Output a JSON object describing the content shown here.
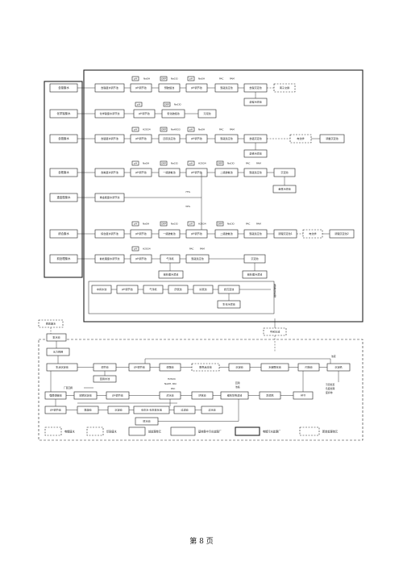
{
  "rows": [
    {
      "label": "含镍废水",
      "steps": [
        "含镍废水调节池",
        "pH调节池",
        "预破络池",
        "pH调节池",
        "混凝反应池",
        "含镍沉淀池",
        "离子交换"
      ],
      "reagents": [
        "pH",
        "NaOH",
        "ORP",
        "NaClO",
        "pH",
        "NaOH",
        "PAC",
        "PAM"
      ],
      "sub": "含镍污泥池"
    },
    {
      "label": "化学镍废水",
      "steps": [
        "化学镍废水调节池",
        "pH调节池",
        "氧化破络池"
      ],
      "reagents": [
        "pH",
        "ORP",
        "NaClO"
      ],
      "sub": "污泥池"
    },
    {
      "label": "含铬废水",
      "steps": [
        "含铬废水调节池",
        "pH调节池",
        "还原反应池",
        "pH调节池",
        "混凝反应池",
        "含铬沉淀池",
        "电化学",
        "调整沉淀池"
      ],
      "reagents": [
        "pH",
        "H2SO4",
        "ORP",
        "NaHSO3",
        "pH",
        "NaOH",
        "PAC",
        "PAM"
      ],
      "sub": "含铬污泥池"
    },
    {
      "label": "含氰废水",
      "steps": [
        "含氰废水调节池",
        "pH调节池",
        "一级破氰池",
        "pH调节池",
        "二级破氰池",
        "混凝反应池",
        "沉淀池"
      ],
      "reagents": [
        "pH",
        "NaOH",
        "ORP",
        "NaClO",
        "pH",
        "H2SO4",
        "ORP",
        "NaClO",
        "PAC",
        "PAM"
      ],
      "sub": "金属污泥池"
    },
    {
      "label": "重金属废水",
      "steps": [
        "重金属废水调节池"
      ],
      "reagents": [],
      "sub": ""
    },
    {
      "label": "综合废水",
      "steps": [
        "综合废水调节池",
        "pH调节池",
        "一级破氰池",
        "pH调节池",
        "二级破氰池",
        "混凝反应池",
        "调理沉淀池1",
        "电化学",
        "调理沉淀池2"
      ],
      "reagents": [
        "pH",
        "NaOH",
        "ORP",
        "NaClO",
        "pH",
        "H2SO4",
        "ORP",
        "NaClO",
        "PAC",
        "PAM"
      ],
      "sub": ""
    },
    {
      "label": "前处理废水",
      "steps": [
        "前处理废水调节池",
        "pH调节池",
        "气浮机",
        "混凝反应池",
        "沉淀池"
      ],
      "reagents": [
        "pH",
        "H2SO4",
        "PAC",
        "PAM"
      ],
      "sub": "前处理污泥池"
    }
  ],
  "mid_row": {
    "steps": [
      "中间水池",
      "pH调节池",
      "气浮机",
      "厌氧池",
      "好氧池",
      "终沉淀池"
    ],
    "sub": "生化污泥池",
    "vertical": "电镀废水处理"
  },
  "annotations": {
    "a": "73%",
    "b": "30%",
    "c": "中间水池",
    "d": "浓液"
  },
  "lower": {
    "recycle_in": "回收废水",
    "steps_top": [
      "集水池",
      "水力筛网"
    ],
    "row1": [
      "生活沉淀池",
      "调节池",
      "pH调节池",
      "调蛋池",
      "脱色反应池",
      "沉淀池",
      "水解酸化池",
      "闪蒸池",
      "沉淀机"
    ],
    "row1_sub": [
      "回用水池",
      "厂区回用"
    ],
    "row2": [
      "强酸调碱池",
      "初期沉淀池",
      "pH调节池",
      "浓水池",
      "厌氧池",
      "缓氧生物滤池",
      "刮泥机",
      "AFO"
    ],
    "row3": [
      "pH调节池",
      "混凝池",
      "沉淀池",
      "石灰水-石灰软化池",
      "过滤池",
      "清水池"
    ],
    "row4": "原水池",
    "notes": [
      "H2SO4",
      "NaOH, PAC",
      "PAC",
      "回用",
      "浓缩",
      "污泥处置",
      "危废处理",
      "废弃物"
    ]
  },
  "legend": [
    {
      "style": "dashed",
      "label": "电镀废水"
    },
    {
      "style": "dashed",
      "label": "印染废水"
    },
    {
      "style": "solid",
      "label": "前处理单元"
    },
    {
      "style": "solid",
      "label": "基地集中污水处理厂"
    },
    {
      "style": "solid",
      "label": "电镀污水处理厂"
    },
    {
      "style": "dashed",
      "label": "新增处理单元"
    }
  ],
  "footer": "第 8 页"
}
